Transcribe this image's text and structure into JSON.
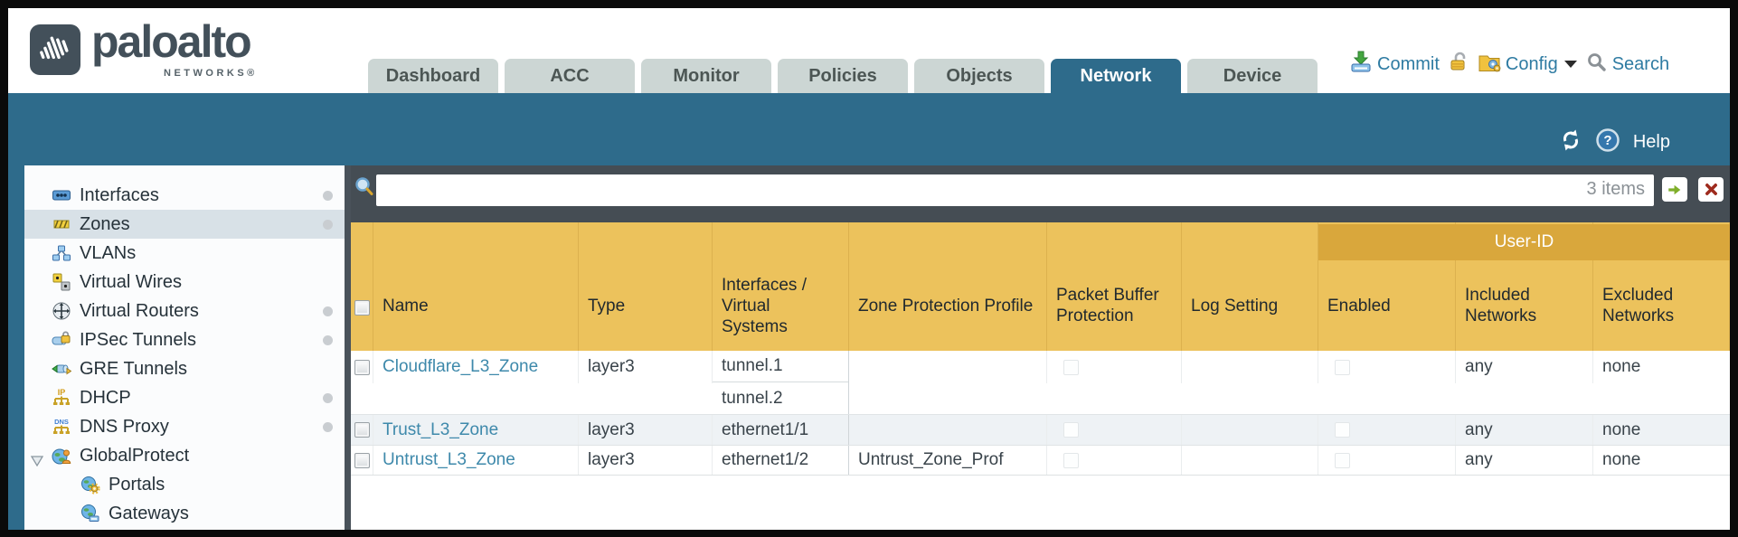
{
  "brand": {
    "name": "paloalto",
    "sub": "NETWORKS®"
  },
  "header": {
    "tabs": [
      {
        "label": "Dashboard",
        "active": false
      },
      {
        "label": "ACC",
        "active": false
      },
      {
        "label": "Monitor",
        "active": false
      },
      {
        "label": "Policies",
        "active": false
      },
      {
        "label": "Objects",
        "active": false
      },
      {
        "label": "Network",
        "active": true
      },
      {
        "label": "Device",
        "active": false
      }
    ],
    "commit_label": "Commit",
    "config_label": "Config",
    "search_label": "Search"
  },
  "subheader": {
    "help_label": "Help"
  },
  "sidebar": {
    "items": [
      {
        "label": "Interfaces",
        "icon": "interfaces-icon",
        "dot": true,
        "selected": false
      },
      {
        "label": "Zones",
        "icon": "zones-icon",
        "dot": true,
        "selected": true
      },
      {
        "label": "VLANs",
        "icon": "vlans-icon",
        "dot": false,
        "selected": false
      },
      {
        "label": "Virtual Wires",
        "icon": "virtual-wires-icon",
        "dot": false,
        "selected": false
      },
      {
        "label": "Virtual Routers",
        "icon": "virtual-routers-icon",
        "dot": true,
        "selected": false
      },
      {
        "label": "IPSec Tunnels",
        "icon": "ipsec-tunnels-icon",
        "dot": true,
        "selected": false
      },
      {
        "label": "GRE Tunnels",
        "icon": "gre-tunnels-icon",
        "dot": false,
        "selected": false
      },
      {
        "label": "DHCP",
        "icon": "dhcp-icon",
        "dot": true,
        "selected": false
      },
      {
        "label": "DNS Proxy",
        "icon": "dns-proxy-icon",
        "dot": true,
        "selected": false
      },
      {
        "label": "GlobalProtect",
        "icon": "globalprotect-icon",
        "dot": false,
        "selected": false,
        "expandable": true
      },
      {
        "label": "Portals",
        "icon": "portals-icon",
        "dot": false,
        "selected": false,
        "indent": true
      },
      {
        "label": "Gateways",
        "icon": "gateways-icon",
        "dot": false,
        "selected": false,
        "indent": true
      }
    ]
  },
  "toolbar": {
    "filter_value": "",
    "items_count": "3 items"
  },
  "table": {
    "group_header": "User-ID",
    "columns": {
      "name": "Name",
      "type": "Type",
      "interfaces": "Interfaces / Virtual Systems",
      "zone_protection": "Zone Protection Profile",
      "packet_buffer": "Packet Buffer Protection",
      "log_setting": "Log Setting",
      "enabled": "Enabled",
      "included": "Included Networks",
      "excluded": "Excluded Networks"
    },
    "rows": [
      {
        "name": "Cloudflare_L3_Zone",
        "type": "layer3",
        "interfaces": [
          "tunnel.1",
          "tunnel.2"
        ],
        "zone_protection": "",
        "log_setting": "",
        "packet_buffer_protection": false,
        "user_id_enabled": false,
        "included": "any",
        "excluded": "none",
        "selected": false
      },
      {
        "name": "Trust_L3_Zone",
        "type": "layer3",
        "interfaces": [
          "ethernet1/1"
        ],
        "zone_protection": "",
        "log_setting": "",
        "packet_buffer_protection": false,
        "user_id_enabled": false,
        "included": "any",
        "excluded": "none",
        "selected": false
      },
      {
        "name": "Untrust_L3_Zone",
        "type": "layer3",
        "interfaces": [
          "ethernet1/2"
        ],
        "zone_protection": "Untrust_Zone_Prof",
        "log_setting": "",
        "packet_buffer_protection": false,
        "user_id_enabled": false,
        "included": "any",
        "excluded": "none",
        "selected": false
      }
    ]
  },
  "colors": {
    "teal": "#2e6b8b",
    "charcoal": "#454d54",
    "amber": "#ecc25c",
    "amber_dark": "#d9a73c",
    "link_blue": "#3e89ab",
    "action_blue": "#2e7ba2",
    "tab_inactive": "#ccd6d4",
    "selected_item": "#d8e1e7"
  }
}
